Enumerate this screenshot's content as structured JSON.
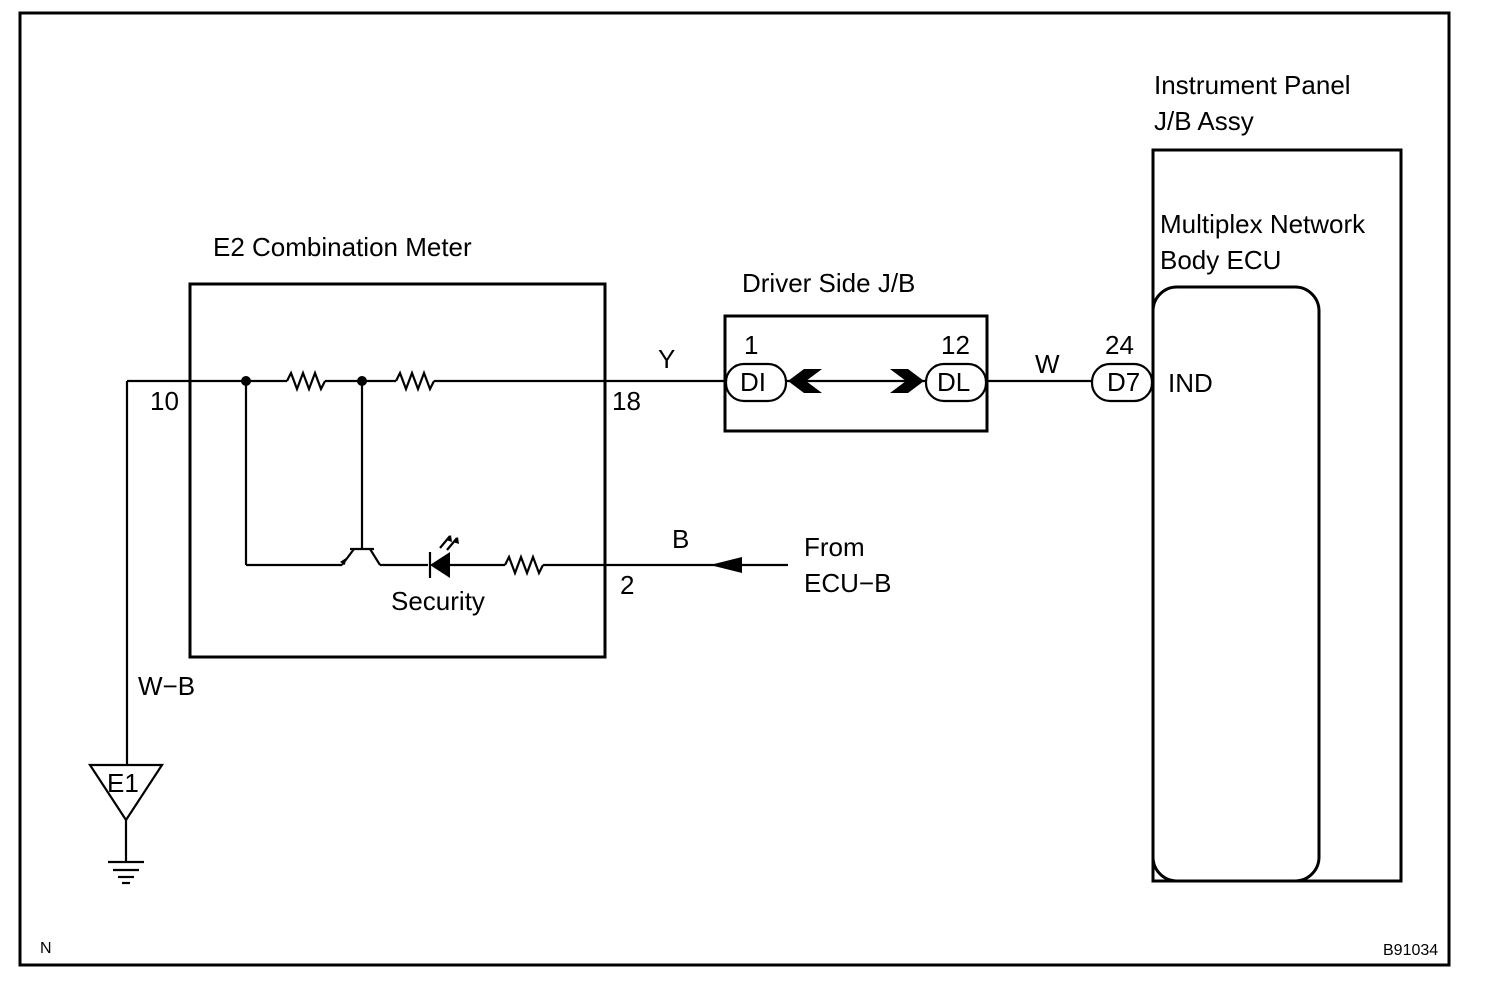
{
  "corner_label": "N",
  "figure_id": "B91034",
  "combination_meter": {
    "title": "E2 Combination Meter",
    "pin_left": "10",
    "pin_right_top": "18",
    "pin_right_bottom": "2",
    "indicator_label": "Security"
  },
  "driver_side_jb": {
    "title": "Driver Side J/B",
    "pin_left": "1",
    "connector_left": "DI",
    "pin_right": "12",
    "connector_right": "DL"
  },
  "instrument_panel": {
    "title_line1": "Instrument Panel",
    "title_line2": "J/B Assy",
    "ecu_line1": "Multiplex Network",
    "ecu_line2": "Body ECU",
    "pin": "24",
    "connector": "D7",
    "terminal": "IND"
  },
  "wires": {
    "meter_to_jb": "Y",
    "jb_to_ecu": "W",
    "from_ecu_b": "B",
    "ground": "W−B"
  },
  "source": {
    "line1": "From",
    "line2": "ECU−B"
  },
  "ground": {
    "label": "E1"
  }
}
